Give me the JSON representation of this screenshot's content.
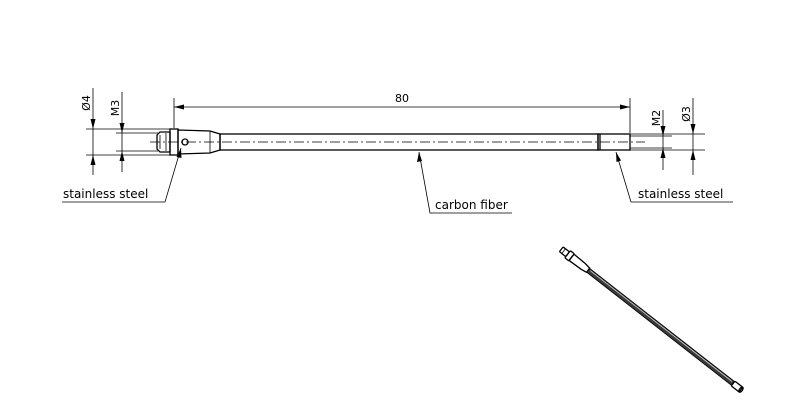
{
  "dimensions": {
    "length": "80",
    "dia_left": "Ø4",
    "thread_left": "M3",
    "thread_right": "M2",
    "dia_right": "Ø3"
  },
  "labels": {
    "left_material": "stainless steel",
    "middle_material": "carbon fiber",
    "right_material": "stainless steel"
  }
}
